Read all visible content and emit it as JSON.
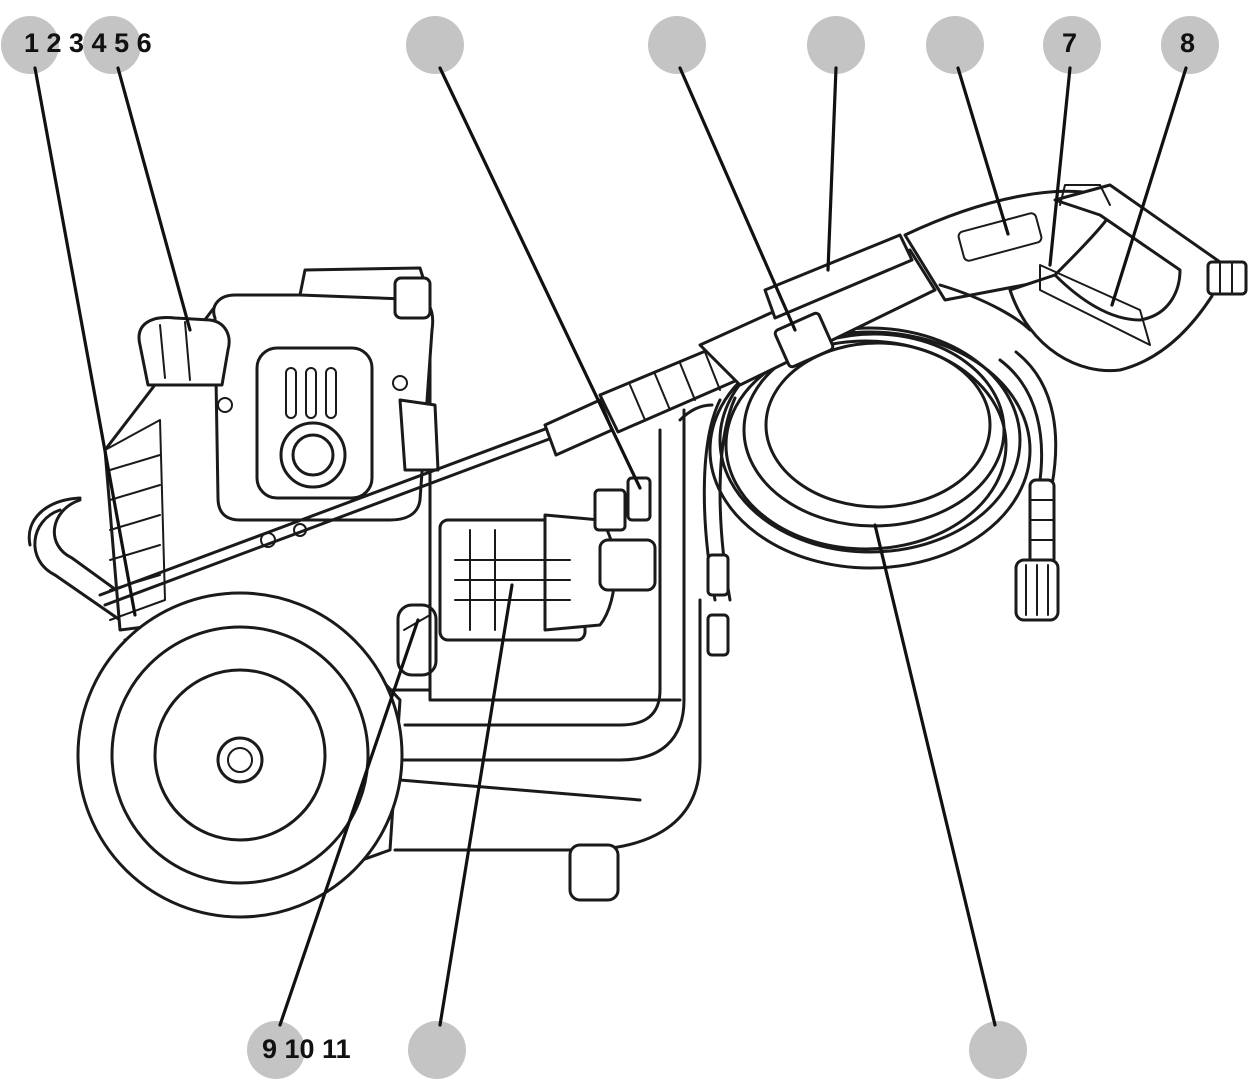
{
  "diagram": {
    "labels": {
      "top_left_group": "1 2 3 4 5 6",
      "callout_7": "7",
      "callout_8": "8",
      "bottom_left_group": "9 10 11"
    },
    "colors": {
      "bubble": "#c4c4c4",
      "line": "#1a1a1a",
      "background": "#ffffff"
    }
  }
}
